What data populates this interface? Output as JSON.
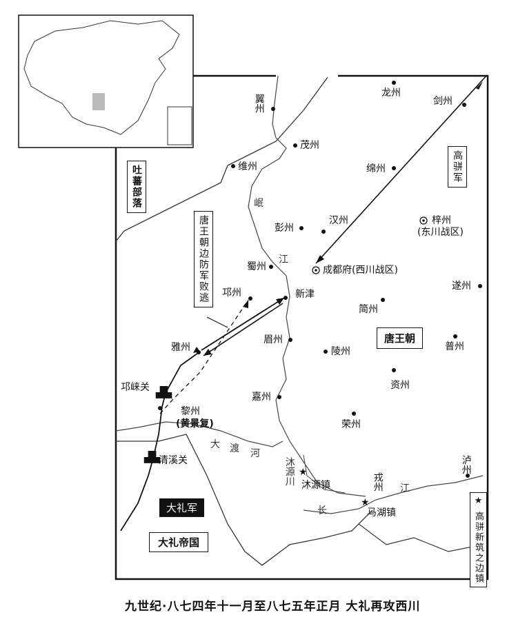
{
  "map": {
    "caption": "九世纪·八七四年十一月至八七五年正月  大礼再攻西川",
    "regions": {
      "tubo": "吐蕃部落",
      "tang": "唐王朝",
      "dali_empire": "大礼帝国"
    },
    "armies": {
      "gaopian": "高骈军",
      "dali": "大礼军",
      "tang_retreat": "唐王朝边防军败逃"
    },
    "legend": "★ 高骈新筑之边镇",
    "rivers": {
      "minjiang_1": "岷",
      "minjiang_2": "江",
      "dadu_1": "大",
      "dadu_2": "渡",
      "dadu_3": "河",
      "muyuan": "沐源川",
      "changjiang_1": "长",
      "changjiang_2": "江"
    },
    "places": {
      "yizhou": "翼州",
      "maozhou": "茂州",
      "weizhou": "维州",
      "longzhou": "龙州",
      "jianzhou": "剑州",
      "mianzhou": "绵州",
      "hanzhou": "汉州",
      "zizhou": "梓州",
      "zizhou_note": "(东川战区)",
      "pengzhou": "彭州",
      "shuzhou": "蜀州",
      "chengdu": "成都府(西川战区)",
      "suizhou": "遂州",
      "qiongzhou": "邛州",
      "xinjin": "新津",
      "jianzhou2": "简州",
      "yazhou": "雅州",
      "meizhou": "眉州",
      "lingzhou": "陵州",
      "puzhou": "普州",
      "qionglaiguan": "邛崃关",
      "lizhou": "黎州",
      "huangjingfu": "(黄景复)",
      "jiazhou": "嘉州",
      "zizhou3": "资州",
      "rongzhou": "荣州",
      "qingxiguan": "清溪关",
      "muyuanzhen": "沐源镇",
      "luzhou": "泸州",
      "rongzhou2": "戎州",
      "mahuzhen": "马湖镇"
    }
  }
}
